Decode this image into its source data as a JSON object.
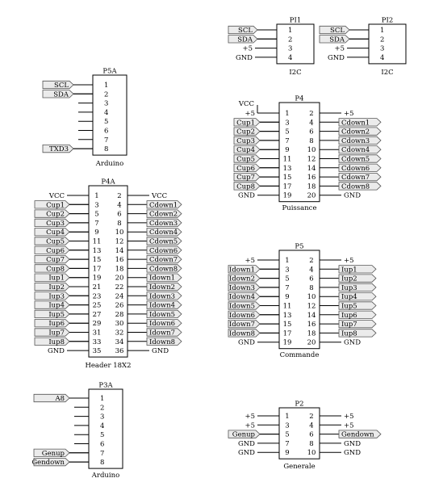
{
  "components": [
    {
      "id": "PI1",
      "ref": "PI1",
      "name": "I2C",
      "layout": "single",
      "pins": [
        "1",
        "2",
        "3",
        "4"
      ],
      "left": [
        {
          "label": "SCL",
          "flag": true
        },
        {
          "label": "SDA",
          "flag": true
        },
        {
          "label": "+5",
          "flag": false
        },
        {
          "label": "GND",
          "flag": false
        }
      ]
    },
    {
      "id": "PI2",
      "ref": "PI2",
      "name": "I2C",
      "layout": "single",
      "pins": [
        "1",
        "2",
        "3",
        "4"
      ],
      "left": [
        {
          "label": "SCL",
          "flag": true
        },
        {
          "label": "SDA",
          "flag": true
        },
        {
          "label": "+5",
          "flag": false
        },
        {
          "label": "GND",
          "flag": false
        }
      ]
    },
    {
      "id": "P5A",
      "ref": "P5A",
      "name": "Arduino",
      "layout": "single",
      "pins": [
        "1",
        "2",
        "3",
        "4",
        "5",
        "6",
        "7",
        "8"
      ],
      "left": [
        {
          "label": "SCL",
          "flag": true
        },
        {
          "label": "SDA",
          "flag": true
        },
        {
          "label": "",
          "flag": false
        },
        {
          "label": "",
          "flag": false
        },
        {
          "label": "",
          "flag": false
        },
        {
          "label": "",
          "flag": false
        },
        {
          "label": "",
          "flag": false
        },
        {
          "label": "TXD3",
          "flag": true
        }
      ]
    },
    {
      "id": "P4",
      "ref": "P4",
      "name": "Puissance",
      "layout": "dual",
      "pins_left": [
        "1",
        "3",
        "5",
        "7",
        "9",
        "11",
        "13",
        "15",
        "17",
        "19"
      ],
      "pins_right": [
        "2",
        "4",
        "6",
        "8",
        "10",
        "12",
        "14",
        "16",
        "18",
        "20"
      ],
      "left": [
        {
          "label": "+5",
          "flag": false
        },
        {
          "label": "Cup1",
          "flag": true
        },
        {
          "label": "Cup2",
          "flag": true
        },
        {
          "label": "Cup3",
          "flag": true
        },
        {
          "label": "Cup4",
          "flag": true
        },
        {
          "label": "Cup5",
          "flag": true
        },
        {
          "label": "Cup6",
          "flag": true
        },
        {
          "label": "Cup7",
          "flag": true
        },
        {
          "label": "Cup8",
          "flag": true
        },
        {
          "label": "GND",
          "flag": false
        }
      ],
      "right": [
        {
          "label": "+5",
          "flag": false
        },
        {
          "label": "Cdown1",
          "flag": true
        },
        {
          "label": "Cdown2",
          "flag": true
        },
        {
          "label": "Cdown3",
          "flag": true
        },
        {
          "label": "Cdown4",
          "flag": true
        },
        {
          "label": "Cdown5",
          "flag": true
        },
        {
          "label": "Cdown6",
          "flag": true
        },
        {
          "label": "Cdown7",
          "flag": true
        },
        {
          "label": "Cdown8",
          "flag": true
        },
        {
          "label": "GND",
          "flag": false
        }
      ],
      "extra": {
        "label": "VCC",
        "pin": 0
      }
    },
    {
      "id": "P4A",
      "ref": "P4A",
      "name": "Header 18X2",
      "layout": "dual",
      "pins_left": [
        "1",
        "3",
        "5",
        "7",
        "9",
        "11",
        "13",
        "15",
        "17",
        "19",
        "21",
        "23",
        "25",
        "27",
        "29",
        "31",
        "33",
        "35"
      ],
      "pins_right": [
        "2",
        "4",
        "6",
        "8",
        "10",
        "12",
        "14",
        "16",
        "18",
        "20",
        "22",
        "24",
        "26",
        "28",
        "30",
        "32",
        "34",
        "36"
      ],
      "left": [
        {
          "label": "VCC",
          "flag": false
        },
        {
          "label": "Cup1",
          "flag": true
        },
        {
          "label": "Cup2",
          "flag": true
        },
        {
          "label": "Cup3",
          "flag": true
        },
        {
          "label": "Cup4",
          "flag": true
        },
        {
          "label": "Cup5",
          "flag": true
        },
        {
          "label": "Cup6",
          "flag": true
        },
        {
          "label": "Cup7",
          "flag": true
        },
        {
          "label": "Cup8",
          "flag": true
        },
        {
          "label": "Iup1",
          "flag": true
        },
        {
          "label": "Iup2",
          "flag": true
        },
        {
          "label": "Iup3",
          "flag": true
        },
        {
          "label": "Iup4",
          "flag": true
        },
        {
          "label": "Iup5",
          "flag": true
        },
        {
          "label": "Iup6",
          "flag": true
        },
        {
          "label": "Iup7",
          "flag": true
        },
        {
          "label": "Iup8",
          "flag": true
        },
        {
          "label": "GND",
          "flag": false
        }
      ],
      "right": [
        {
          "label": "VCC",
          "flag": false
        },
        {
          "label": "Cdown1",
          "flag": true
        },
        {
          "label": "Cdown2",
          "flag": true
        },
        {
          "label": "Cdown3",
          "flag": true
        },
        {
          "label": "Cdown4",
          "flag": true
        },
        {
          "label": "Cdown5",
          "flag": true
        },
        {
          "label": "Cdown6",
          "flag": true
        },
        {
          "label": "Cdown7",
          "flag": true
        },
        {
          "label": "Cdown8",
          "flag": true
        },
        {
          "label": "Idown1",
          "flag": true
        },
        {
          "label": "Idown2",
          "flag": true
        },
        {
          "label": "Idown3",
          "flag": true
        },
        {
          "label": "Idown4",
          "flag": true
        },
        {
          "label": "Idown5",
          "flag": true
        },
        {
          "label": "Idown6",
          "flag": true
        },
        {
          "label": "Idown7",
          "flag": true
        },
        {
          "label": "Idown8",
          "flag": true
        },
        {
          "label": "GND",
          "flag": false
        }
      ]
    },
    {
      "id": "P5",
      "ref": "P5",
      "name": "Commande",
      "layout": "dual",
      "pins_left": [
        "1",
        "3",
        "5",
        "7",
        "9",
        "11",
        "13",
        "15",
        "17",
        "19"
      ],
      "pins_right": [
        "2",
        "4",
        "6",
        "8",
        "10",
        "12",
        "14",
        "16",
        "18",
        "20"
      ],
      "left": [
        {
          "label": "+5",
          "flag": false
        },
        {
          "label": "Idown1",
          "flag": true
        },
        {
          "label": "Idown2",
          "flag": true
        },
        {
          "label": "Idown3",
          "flag": true
        },
        {
          "label": "Idown4",
          "flag": true
        },
        {
          "label": "Idown5",
          "flag": true
        },
        {
          "label": "Idown6",
          "flag": true
        },
        {
          "label": "Idown7",
          "flag": true
        },
        {
          "label": "Idown8",
          "flag": true
        },
        {
          "label": "GND",
          "flag": false
        }
      ],
      "right": [
        {
          "label": "+5",
          "flag": false
        },
        {
          "label": "Iup1",
          "flag": true
        },
        {
          "label": "Iup2",
          "flag": true
        },
        {
          "label": "Iup3",
          "flag": true
        },
        {
          "label": "Iup4",
          "flag": true
        },
        {
          "label": "Iup5",
          "flag": true
        },
        {
          "label": "Iup6",
          "flag": true
        },
        {
          "label": "Iup7",
          "flag": true
        },
        {
          "label": "Iup8",
          "flag": true
        },
        {
          "label": "GND",
          "flag": false
        }
      ]
    },
    {
      "id": "P3A",
      "ref": "P3A",
      "name": "Arduino",
      "layout": "single",
      "pins": [
        "1",
        "2",
        "3",
        "4",
        "5",
        "6",
        "7",
        "8"
      ],
      "left": [
        {
          "label": "A8",
          "flag": true
        },
        {
          "label": "",
          "flag": false
        },
        {
          "label": "",
          "flag": false
        },
        {
          "label": "",
          "flag": false
        },
        {
          "label": "",
          "flag": false
        },
        {
          "label": "",
          "flag": false
        },
        {
          "label": "Genup",
          "flag": true
        },
        {
          "label": "Gendown",
          "flag": true
        }
      ]
    },
    {
      "id": "P2",
      "ref": "P2",
      "name": "Generale",
      "layout": "dual",
      "pins_left": [
        "1",
        "3",
        "5",
        "7",
        "9"
      ],
      "pins_right": [
        "2",
        "4",
        "6",
        "8",
        "10"
      ],
      "left": [
        {
          "label": "+5",
          "flag": false
        },
        {
          "label": "+5",
          "flag": false
        },
        {
          "label": "Genup",
          "flag": true
        },
        {
          "label": "GND",
          "flag": false
        },
        {
          "label": "GND",
          "flag": false
        }
      ],
      "right": [
        {
          "label": "+5",
          "flag": false
        },
        {
          "label": "+5",
          "flag": false
        },
        {
          "label": "Gendown",
          "flag": true
        },
        {
          "label": "GND",
          "flag": false
        },
        {
          "label": "GND",
          "flag": false
        }
      ]
    }
  ]
}
